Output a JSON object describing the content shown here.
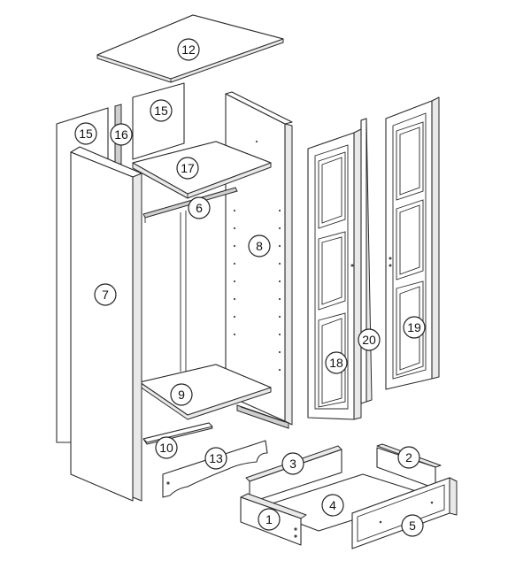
{
  "parts": [
    {
      "id": "part-12",
      "label": "12"
    },
    {
      "id": "part-15-left",
      "label": "15"
    },
    {
      "id": "part-15-right",
      "label": "15"
    },
    {
      "id": "part-16",
      "label": "16"
    },
    {
      "id": "part-17",
      "label": "17"
    },
    {
      "id": "part-6",
      "label": "6"
    },
    {
      "id": "part-7",
      "label": "7"
    },
    {
      "id": "part-8",
      "label": "8"
    },
    {
      "id": "part-9",
      "label": "9"
    },
    {
      "id": "part-10",
      "label": "10"
    },
    {
      "id": "part-13",
      "label": "13"
    },
    {
      "id": "part-18",
      "label": "18"
    },
    {
      "id": "part-19",
      "label": "19"
    },
    {
      "id": "part-20",
      "label": "20"
    },
    {
      "id": "part-1",
      "label": "1"
    },
    {
      "id": "part-2",
      "label": "2"
    },
    {
      "id": "part-3",
      "label": "3"
    },
    {
      "id": "part-4",
      "label": "4"
    },
    {
      "id": "part-5",
      "label": "5"
    }
  ]
}
